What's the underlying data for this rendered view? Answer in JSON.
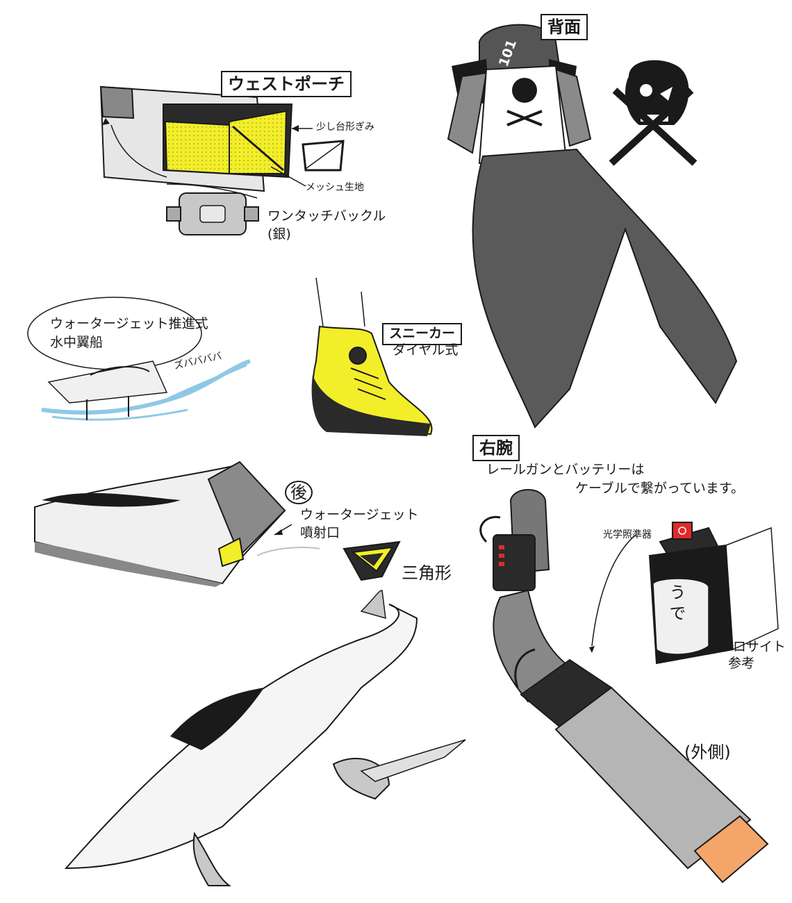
{
  "waist_pouch": {
    "title": "ウェストポーチ",
    "trapezoid_note": "少し台形ぎみ",
    "mesh_note": "メッシュ生地",
    "buckle_note_line1": "ワンタッチバックル",
    "buckle_note_line2": "(銀)"
  },
  "back_view": {
    "title": "背面",
    "jacket_number": "101"
  },
  "hydrofoil": {
    "bubble_line1": "ウォータージェット推進式",
    "bubble_line2": "水中翼船",
    "sound_effect": "ズババババ",
    "rear_marker": "後",
    "jet_label_line1": "ウォータージェット",
    "jet_label_line2": "噴射口",
    "triangle_label": "三角形"
  },
  "sneaker": {
    "title": "スニーカー",
    "note": "ダイヤル式"
  },
  "right_arm": {
    "title": "右腕",
    "desc_line1": "レールガンとバッテリーは",
    "desc_line2": "ケーブルで繋がっています。",
    "sight_label": "光学照準器",
    "sleeve_text": "うで",
    "holosight_line1": "※ホロサイト",
    "holosight_line2": "参考",
    "outer_side": "(外側)"
  },
  "colors": {
    "ink": "#1a1a1a",
    "accent_yellow": "#f2ee2a",
    "accent_orange": "#f4a66a",
    "sight_red": "#e02a2a",
    "water_blue": "#8fc8e6",
    "dark_gray": "#4a4a4a",
    "mid_gray": "#8a8a8a",
    "light_gray": "#c8c8c8"
  }
}
